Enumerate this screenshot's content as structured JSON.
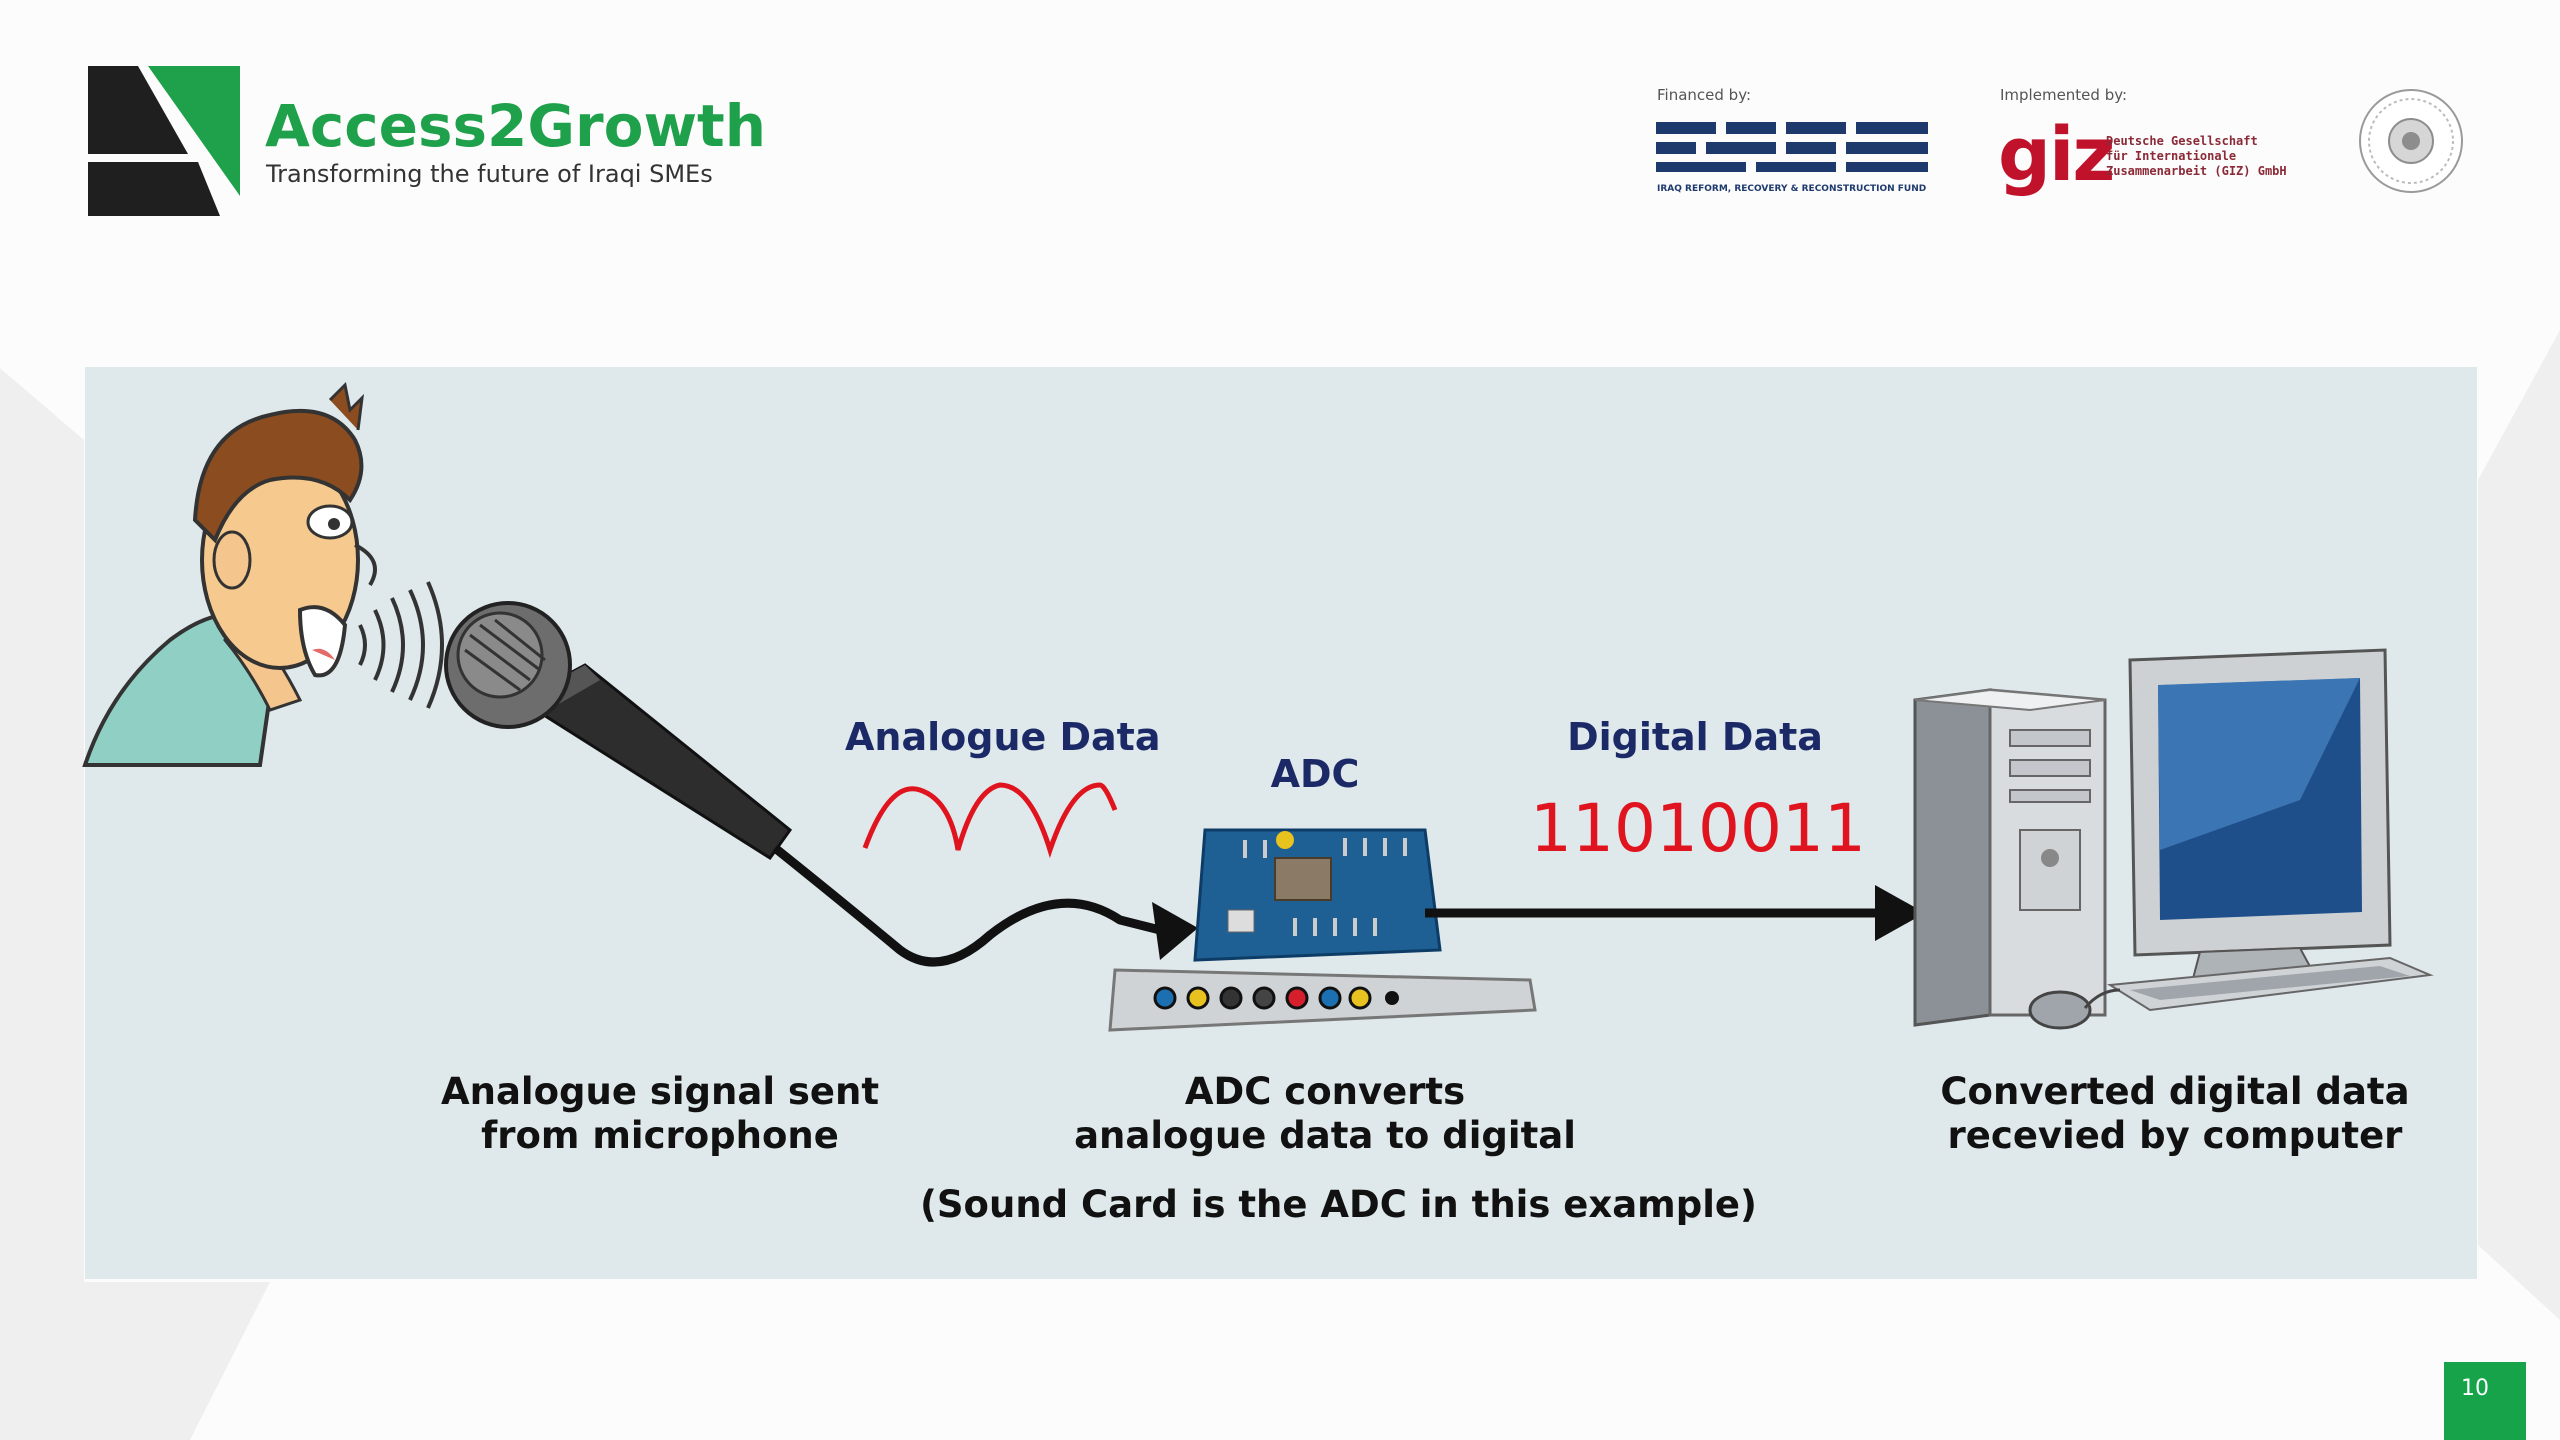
{
  "header": {
    "brand_name": "Access2Growth",
    "brand_tagline": "Transforming the future of Iraqi SMEs",
    "financed_by": "Financed by:",
    "implemented_by": "Implemented by:",
    "fund_subtitle": "IRAQ REFORM, RECOVERY & RECONSTRUCTION FUND",
    "giz_wordmark": "giz",
    "giz_desc_line1": "Deutsche Gesellschaft",
    "giz_desc_line2": "für Internationale",
    "giz_desc_line3": "Zusammenarbeit (GIZ) GmbH"
  },
  "diagram": {
    "analogue_data_label": "Analogue Data",
    "adc_label": "ADC",
    "digital_data_label": "Digital Data",
    "digital_bits": "11010011",
    "caption_mic_line1": "Analogue signal sent",
    "caption_mic_line2": "from microphone",
    "caption_adc_line1": "ADC converts",
    "caption_adc_line2": "analogue data to digital",
    "caption_adc_note": "(Sound Card is the ADC in this example)",
    "caption_pc_line1": "Converted digital data",
    "caption_pc_line2": "recevied by computer"
  },
  "footer": {
    "page_number": "10"
  },
  "colors": {
    "brand_green": "#1fa04a",
    "panel_bg": "#dfe8ea",
    "label_navy": "#1b2a66",
    "signal_red": "#e0141e",
    "giz_red": "#c0122b"
  }
}
